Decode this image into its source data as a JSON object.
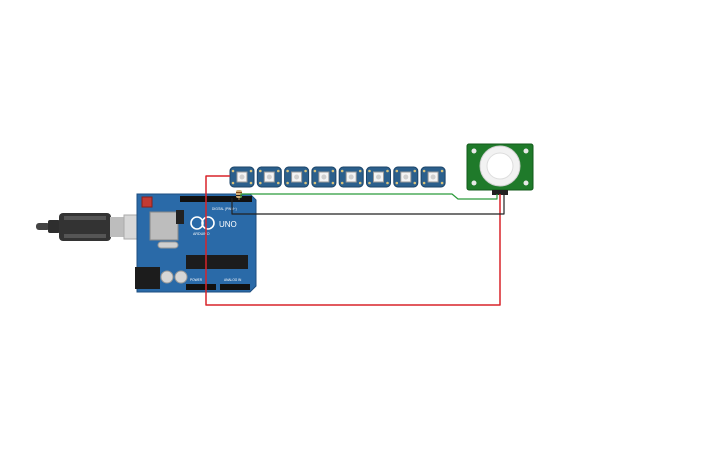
{
  "board": {
    "name": "UNO",
    "brand": "ARDUINO",
    "color": "#2a6aa8",
    "labels": {
      "power": "POWER",
      "analog_in": "ANALOG IN",
      "digital": "DIGITAL (PWM~)"
    }
  },
  "neopixel_strip": {
    "count": 8,
    "pcb_color": "#2b5f8c"
  },
  "pir_sensor": {
    "pcb_color": "#1f7a2a",
    "dome_color": "#f2f2f2"
  },
  "wires": {
    "power": "#d8242a",
    "signal": "#2a9a3a",
    "ground": "#222222"
  },
  "icons": {
    "usb": "usb-cable-icon"
  }
}
